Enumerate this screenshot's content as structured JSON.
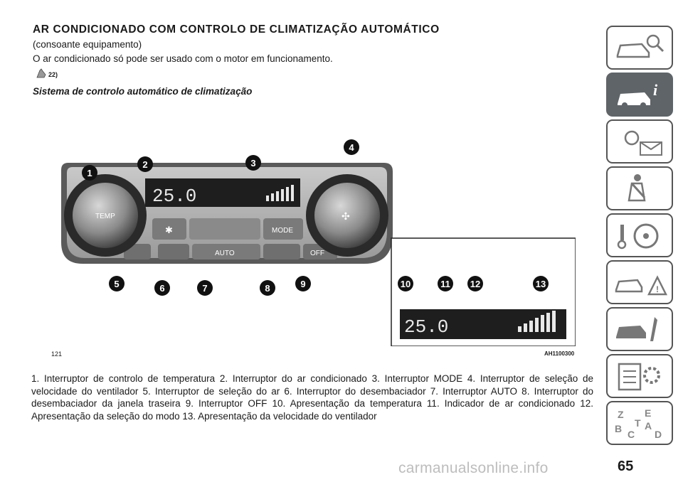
{
  "page": {
    "heading": "AR CONDICIONADO COM CONTROLO DE CLIMATIZAÇÃO AUTOMÁTICO",
    "intro_line1": "(consoante equipamento)",
    "intro_line2": "O ar condicionado só pode ser usado com o motor em funcionamento.",
    "warning_ref": "22)",
    "subheading": "Sistema de controlo automático de climatização",
    "caption": "1. Interruptor de controlo de temperatura  2. Interruptor do ar condicionado  3. Interruptor MODE  4. Interruptor de seleção de velocidade do ventilador  5. Interruptor de seleção do ar  6. Interruptor do desembaciador  7. Interruptor AUTO  8. Interruptor do desembaciador da janela traseira  9. Interruptor OFF  10. Apresentação da temperatura  11. Indicador de ar condicionado  12. Apresentação da seleção do modo  13. Apresentação da velocidade do ventilador",
    "page_number": "65",
    "watermark": "carmanualsonline.info"
  },
  "figure": {
    "label": "121",
    "code": "AH1100300",
    "display_temp": "25.0",
    "knob_label": "TEMP",
    "mode_label": "MODE",
    "auto_label": "AUTO",
    "off_label": "OFF",
    "callouts": [
      "1",
      "2",
      "3",
      "4",
      "5",
      "6",
      "7",
      "8",
      "9",
      "10",
      "11",
      "12",
      "13"
    ]
  },
  "sidebar": {
    "tabs": [
      {
        "icon": "car-search-icon",
        "active": false
      },
      {
        "icon": "car-info-icon",
        "active": true
      },
      {
        "icon": "warning-lights-icon",
        "active": false
      },
      {
        "icon": "seatbelt-airbag-icon",
        "active": false
      },
      {
        "icon": "steering-key-icon",
        "active": false
      },
      {
        "icon": "car-warning-triangle-icon",
        "active": false
      },
      {
        "icon": "car-service-icon",
        "active": false
      },
      {
        "icon": "specs-gear-icon",
        "active": false
      },
      {
        "icon": "alphabet-index-icon",
        "active": false
      }
    ],
    "active_color": "#5f6468"
  }
}
